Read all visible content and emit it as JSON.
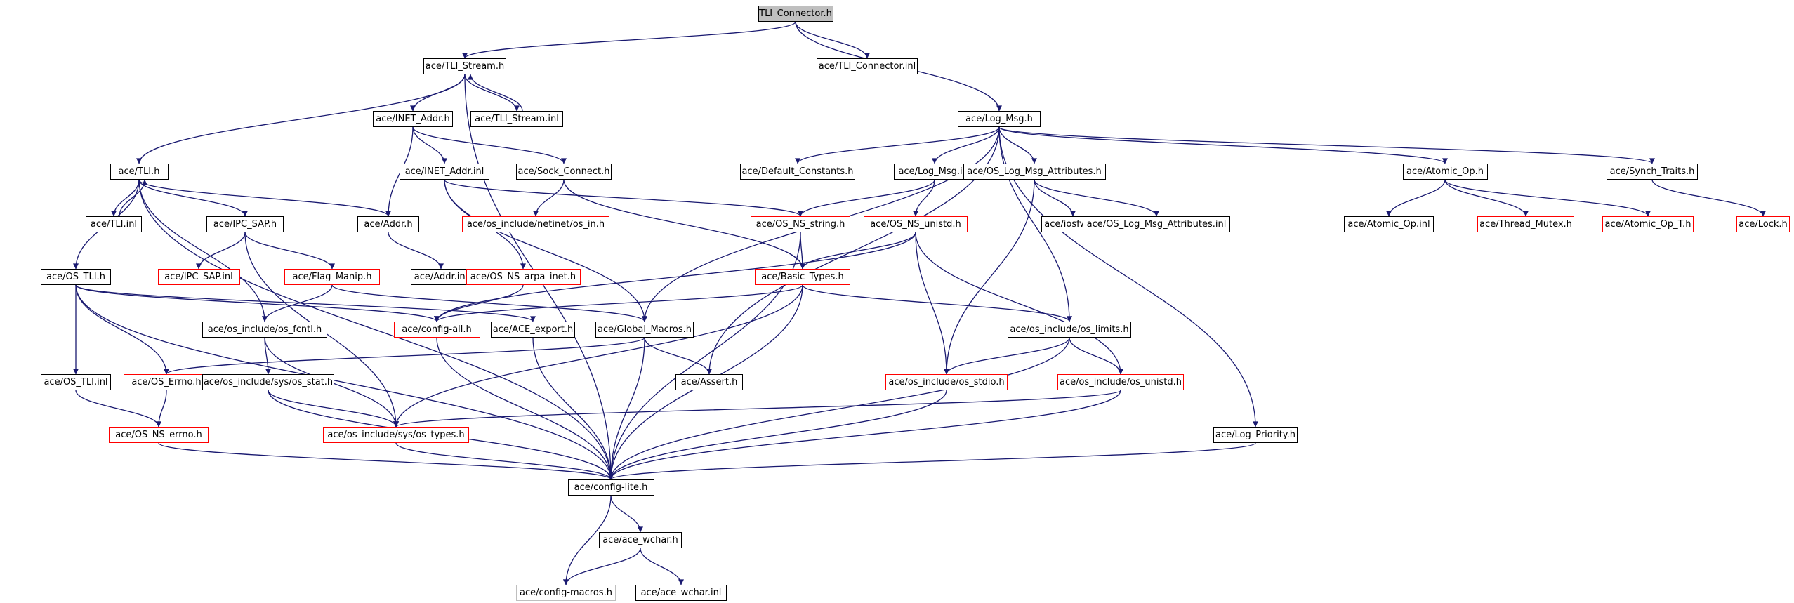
{
  "diagram": {
    "colors": {
      "edge": "#191970",
      "default_border": "#000000",
      "truncated_border": "#ff0000",
      "missing_border": "#bfbfbf",
      "root_fill": "#bfbfbf"
    },
    "nodes": [
      {
        "id": "tli_connector_h",
        "label": "TLI_Connector.h",
        "style": "root"
      },
      {
        "id": "tli_stream_h",
        "label": "ace/TLI_Stream.h",
        "style": "black"
      },
      {
        "id": "tli_connector_inl",
        "label": "ace/TLI_Connector.inl",
        "style": "black"
      },
      {
        "id": "inet_addr_h",
        "label": "ace/INET_Addr.h",
        "style": "black"
      },
      {
        "id": "tli_stream_inl",
        "label": "ace/TLI_Stream.inl",
        "style": "black"
      },
      {
        "id": "log_msg_h",
        "label": "ace/Log_Msg.h",
        "style": "black"
      },
      {
        "id": "tli_h",
        "label": "ace/TLI.h",
        "style": "black"
      },
      {
        "id": "inet_addr_inl",
        "label": "ace/INET_Addr.inl",
        "style": "black"
      },
      {
        "id": "sock_connect_h",
        "label": "ace/Sock_Connect.h",
        "style": "black"
      },
      {
        "id": "default_constants_h",
        "label": "ace/Default_Constants.h",
        "style": "black"
      },
      {
        "id": "log_msg_inl",
        "label": "ace/Log_Msg.inl",
        "style": "black"
      },
      {
        "id": "os_log_msg_attributes_h",
        "label": "ace/OS_Log_Msg_Attributes.h",
        "style": "black"
      },
      {
        "id": "atomic_op_h",
        "label": "ace/Atomic_Op.h",
        "style": "black"
      },
      {
        "id": "synch_traits_h",
        "label": "ace/Synch_Traits.h",
        "style": "black"
      },
      {
        "id": "tli_inl",
        "label": "ace/TLI.inl",
        "style": "black"
      },
      {
        "id": "ipc_sap_h",
        "label": "ace/IPC_SAP.h",
        "style": "black"
      },
      {
        "id": "addr_h",
        "label": "ace/Addr.h",
        "style": "black"
      },
      {
        "id": "os_netinet_in_h",
        "label": "ace/os_include/netinet/os_in.h",
        "style": "red"
      },
      {
        "id": "os_ns_string_h",
        "label": "ace/OS_NS_string.h",
        "style": "red"
      },
      {
        "id": "os_ns_unistd_h",
        "label": "ace/OS_NS_unistd.h",
        "style": "red"
      },
      {
        "id": "iosfwd_h",
        "label": "ace/iosfwd.h",
        "style": "black"
      },
      {
        "id": "os_log_msg_attributes_inl",
        "label": "ace/OS_Log_Msg_Attributes.inl",
        "style": "black"
      },
      {
        "id": "atomic_op_inl",
        "label": "ace/Atomic_Op.inl",
        "style": "black"
      },
      {
        "id": "thread_mutex_h",
        "label": "ace/Thread_Mutex.h",
        "style": "red"
      },
      {
        "id": "atomic_op_t_h",
        "label": "ace/Atomic_Op_T.h",
        "style": "red"
      },
      {
        "id": "lock_h",
        "label": "ace/Lock.h",
        "style": "red"
      },
      {
        "id": "os_tli_h",
        "label": "ace/OS_TLI.h",
        "style": "black"
      },
      {
        "id": "ipc_sap_inl",
        "label": "ace/IPC_SAP.inl",
        "style": "red"
      },
      {
        "id": "flag_manip_h",
        "label": "ace/Flag_Manip.h",
        "style": "red"
      },
      {
        "id": "addr_inl",
        "label": "ace/Addr.inl",
        "style": "black"
      },
      {
        "id": "os_ns_arpa_inet_h",
        "label": "ace/OS_NS_arpa_inet.h",
        "style": "red"
      },
      {
        "id": "basic_types_h",
        "label": "ace/Basic_Types.h",
        "style": "red"
      },
      {
        "id": "os_fcntl_h",
        "label": "ace/os_include/os_fcntl.h",
        "style": "black"
      },
      {
        "id": "config_all_h",
        "label": "ace/config-all.h",
        "style": "red"
      },
      {
        "id": "ace_export_h",
        "label": "ace/ACE_export.h",
        "style": "black"
      },
      {
        "id": "global_macros_h",
        "label": "ace/Global_Macros.h",
        "style": "black"
      },
      {
        "id": "os_limits_h",
        "label": "ace/os_include/os_limits.h",
        "style": "black"
      },
      {
        "id": "os_tli_inl",
        "label": "ace/OS_TLI.inl",
        "style": "black"
      },
      {
        "id": "os_errno_h",
        "label": "ace/OS_Errno.h",
        "style": "red"
      },
      {
        "id": "os_stat_h",
        "label": "ace/os_include/sys/os_stat.h",
        "style": "black"
      },
      {
        "id": "assert_h",
        "label": "ace/Assert.h",
        "style": "black"
      },
      {
        "id": "os_stdio_h",
        "label": "ace/os_include/os_stdio.h",
        "style": "red"
      },
      {
        "id": "os_unistd_h",
        "label": "ace/os_include/os_unistd.h",
        "style": "red"
      },
      {
        "id": "os_ns_errno_h",
        "label": "ace/OS_NS_errno.h",
        "style": "red"
      },
      {
        "id": "os_types_h",
        "label": "ace/os_include/sys/os_types.h",
        "style": "red"
      },
      {
        "id": "log_priority_h",
        "label": "ace/Log_Priority.h",
        "style": "black"
      },
      {
        "id": "config_lite_h",
        "label": "ace/config-lite.h",
        "style": "black"
      },
      {
        "id": "ace_wchar_h",
        "label": "ace/ace_wchar.h",
        "style": "black"
      },
      {
        "id": "config_macros_h",
        "label": "ace/config-macros.h",
        "style": "gray"
      },
      {
        "id": "ace_wchar_inl",
        "label": "ace/ace_wchar.inl",
        "style": "black"
      }
    ],
    "edges": [
      [
        "tli_connector_h",
        "tli_stream_h"
      ],
      [
        "tli_connector_h",
        "tli_connector_inl"
      ],
      [
        "tli_connector_h",
        "log_msg_h"
      ],
      [
        "tli_stream_h",
        "tli_h"
      ],
      [
        "tli_stream_h",
        "inet_addr_h"
      ],
      [
        "tli_stream_h",
        "tli_stream_inl"
      ],
      [
        "tli_stream_h",
        "config_lite_h"
      ],
      [
        "tli_stream_inl",
        "tli_stream_h"
      ],
      [
        "inet_addr_h",
        "addr_h"
      ],
      [
        "inet_addr_h",
        "inet_addr_inl"
      ],
      [
        "inet_addr_h",
        "sock_connect_h"
      ],
      [
        "inet_addr_inl",
        "os_ns_string_h"
      ],
      [
        "inet_addr_inl",
        "os_ns_arpa_inet_h"
      ],
      [
        "inet_addr_inl",
        "global_macros_h"
      ],
      [
        "sock_connect_h",
        "os_netinet_in_h"
      ],
      [
        "sock_connect_h",
        "basic_types_h"
      ],
      [
        "tli_h",
        "tli_inl"
      ],
      [
        "tli_inl",
        "tli_h"
      ],
      [
        "tli_h",
        "ipc_sap_h"
      ],
      [
        "tli_h",
        "addr_h"
      ],
      [
        "tli_h",
        "os_tli_h"
      ],
      [
        "tli_h",
        "os_fcntl_h"
      ],
      [
        "tli_h",
        "config_lite_h"
      ],
      [
        "ipc_sap_h",
        "ipc_sap_inl"
      ],
      [
        "ipc_sap_h",
        "flag_manip_h"
      ],
      [
        "ipc_sap_h",
        "os_types_h"
      ],
      [
        "addr_h",
        "addr_inl"
      ],
      [
        "flag_manip_h",
        "os_fcntl_h"
      ],
      [
        "flag_manip_h",
        "global_macros_h"
      ],
      [
        "os_ns_arpa_inet_h",
        "config_all_h"
      ],
      [
        "log_msg_h",
        "default_constants_h"
      ],
      [
        "log_msg_h",
        "log_msg_inl"
      ],
      [
        "log_msg_h",
        "os_log_msg_attributes_h"
      ],
      [
        "log_msg_h",
        "atomic_op_h"
      ],
      [
        "log_msg_h",
        "synch_traits_h"
      ],
      [
        "log_msg_h",
        "global_macros_h"
      ],
      [
        "log_msg_h",
        "assert_h"
      ],
      [
        "log_msg_h",
        "os_limits_h"
      ],
      [
        "log_msg_h",
        "log_priority_h"
      ],
      [
        "log_msg_inl",
        "os_ns_string_h"
      ],
      [
        "log_msg_inl",
        "os_ns_unistd_h"
      ],
      [
        "os_log_msg_attributes_h",
        "iosfwd_h"
      ],
      [
        "os_log_msg_attributes_h",
        "os_log_msg_attributes_inl"
      ],
      [
        "os_log_msg_attributes_h",
        "os_stdio_h"
      ],
      [
        "atomic_op_h",
        "atomic_op_inl"
      ],
      [
        "atomic_op_h",
        "thread_mutex_h"
      ],
      [
        "atomic_op_h",
        "atomic_op_t_h"
      ],
      [
        "synch_traits_h",
        "lock_h"
      ],
      [
        "os_ns_string_h",
        "basic_types_h"
      ],
      [
        "os_ns_string_h",
        "config_lite_h"
      ],
      [
        "os_ns_unistd_h",
        "basic_types_h"
      ],
      [
        "os_ns_unistd_h",
        "config_all_h"
      ],
      [
        "os_ns_unistd_h",
        "os_stdio_h"
      ],
      [
        "os_ns_unistd_h",
        "os_unistd_h"
      ],
      [
        "basic_types_h",
        "config_all_h"
      ],
      [
        "basic_types_h",
        "os_limits_h"
      ],
      [
        "basic_types_h",
        "os_types_h"
      ],
      [
        "basic_types_h",
        "config_lite_h"
      ],
      [
        "os_tli_h",
        "os_tli_inl"
      ],
      [
        "os_tli_h",
        "os_errno_h"
      ],
      [
        "os_tli_h",
        "config_all_h"
      ],
      [
        "os_tli_h",
        "ace_export_h"
      ],
      [
        "os_tli_h",
        "config_lite_h"
      ],
      [
        "os_tli_inl",
        "os_ns_errno_h"
      ],
      [
        "os_fcntl_h",
        "os_stat_h"
      ],
      [
        "os_fcntl_h",
        "os_types_h"
      ],
      [
        "config_all_h",
        "config_lite_h"
      ],
      [
        "ace_export_h",
        "config_lite_h"
      ],
      [
        "global_macros_h",
        "assert_h"
      ],
      [
        "global_macros_h",
        "os_errno_h"
      ],
      [
        "global_macros_h",
        "config_lite_h"
      ],
      [
        "os_limits_h",
        "os_stdio_h"
      ],
      [
        "os_limits_h",
        "os_unistd_h"
      ],
      [
        "os_limits_h",
        "config_lite_h"
      ],
      [
        "os_errno_h",
        "os_ns_errno_h"
      ],
      [
        "os_ns_errno_h",
        "config_lite_h"
      ],
      [
        "os_stat_h",
        "os_types_h"
      ],
      [
        "os_stat_h",
        "config_lite_h"
      ],
      [
        "os_stdio_h",
        "config_lite_h"
      ],
      [
        "os_unistd_h",
        "os_types_h"
      ],
      [
        "os_unistd_h",
        "config_lite_h"
      ],
      [
        "os_types_h",
        "config_lite_h"
      ],
      [
        "log_priority_h",
        "config_lite_h"
      ],
      [
        "config_lite_h",
        "ace_wchar_h"
      ],
      [
        "config_lite_h",
        "config_macros_h"
      ],
      [
        "ace_wchar_h",
        "config_macros_h"
      ],
      [
        "ace_wchar_h",
        "ace_wchar_inl"
      ]
    ]
  }
}
